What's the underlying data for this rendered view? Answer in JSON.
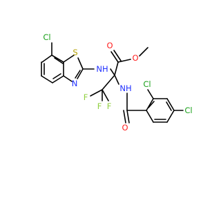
{
  "atoms": [
    {
      "id": "cl-ring-left",
      "label": "Cl",
      "color": "#1aa01a"
    },
    {
      "id": "s-thiazole",
      "label": "S",
      "color": "#b3a000"
    },
    {
      "id": "n-thiazole",
      "label": "N",
      "color": "#2030ff"
    },
    {
      "id": "nh-amine",
      "label": "NH",
      "color": "#2030ff"
    },
    {
      "id": "o-carbonyl-ester",
      "label": "O",
      "color": "#ff2020"
    },
    {
      "id": "o-ester",
      "label": "O",
      "color": "#ff2020"
    },
    {
      "id": "nh-amide",
      "label": "NH",
      "color": "#2030ff"
    },
    {
      "id": "f1",
      "label": "F",
      "color": "#90d040"
    },
    {
      "id": "f2",
      "label": "F",
      "color": "#90d040"
    },
    {
      "id": "f3",
      "label": "F",
      "color": "#90d040"
    },
    {
      "id": "o-amide",
      "label": "O",
      "color": "#ff2020"
    },
    {
      "id": "cl-ortho",
      "label": "Cl",
      "color": "#1aa01a"
    },
    {
      "id": "cl-para",
      "label": "Cl",
      "color": "#1aa01a"
    }
  ]
}
